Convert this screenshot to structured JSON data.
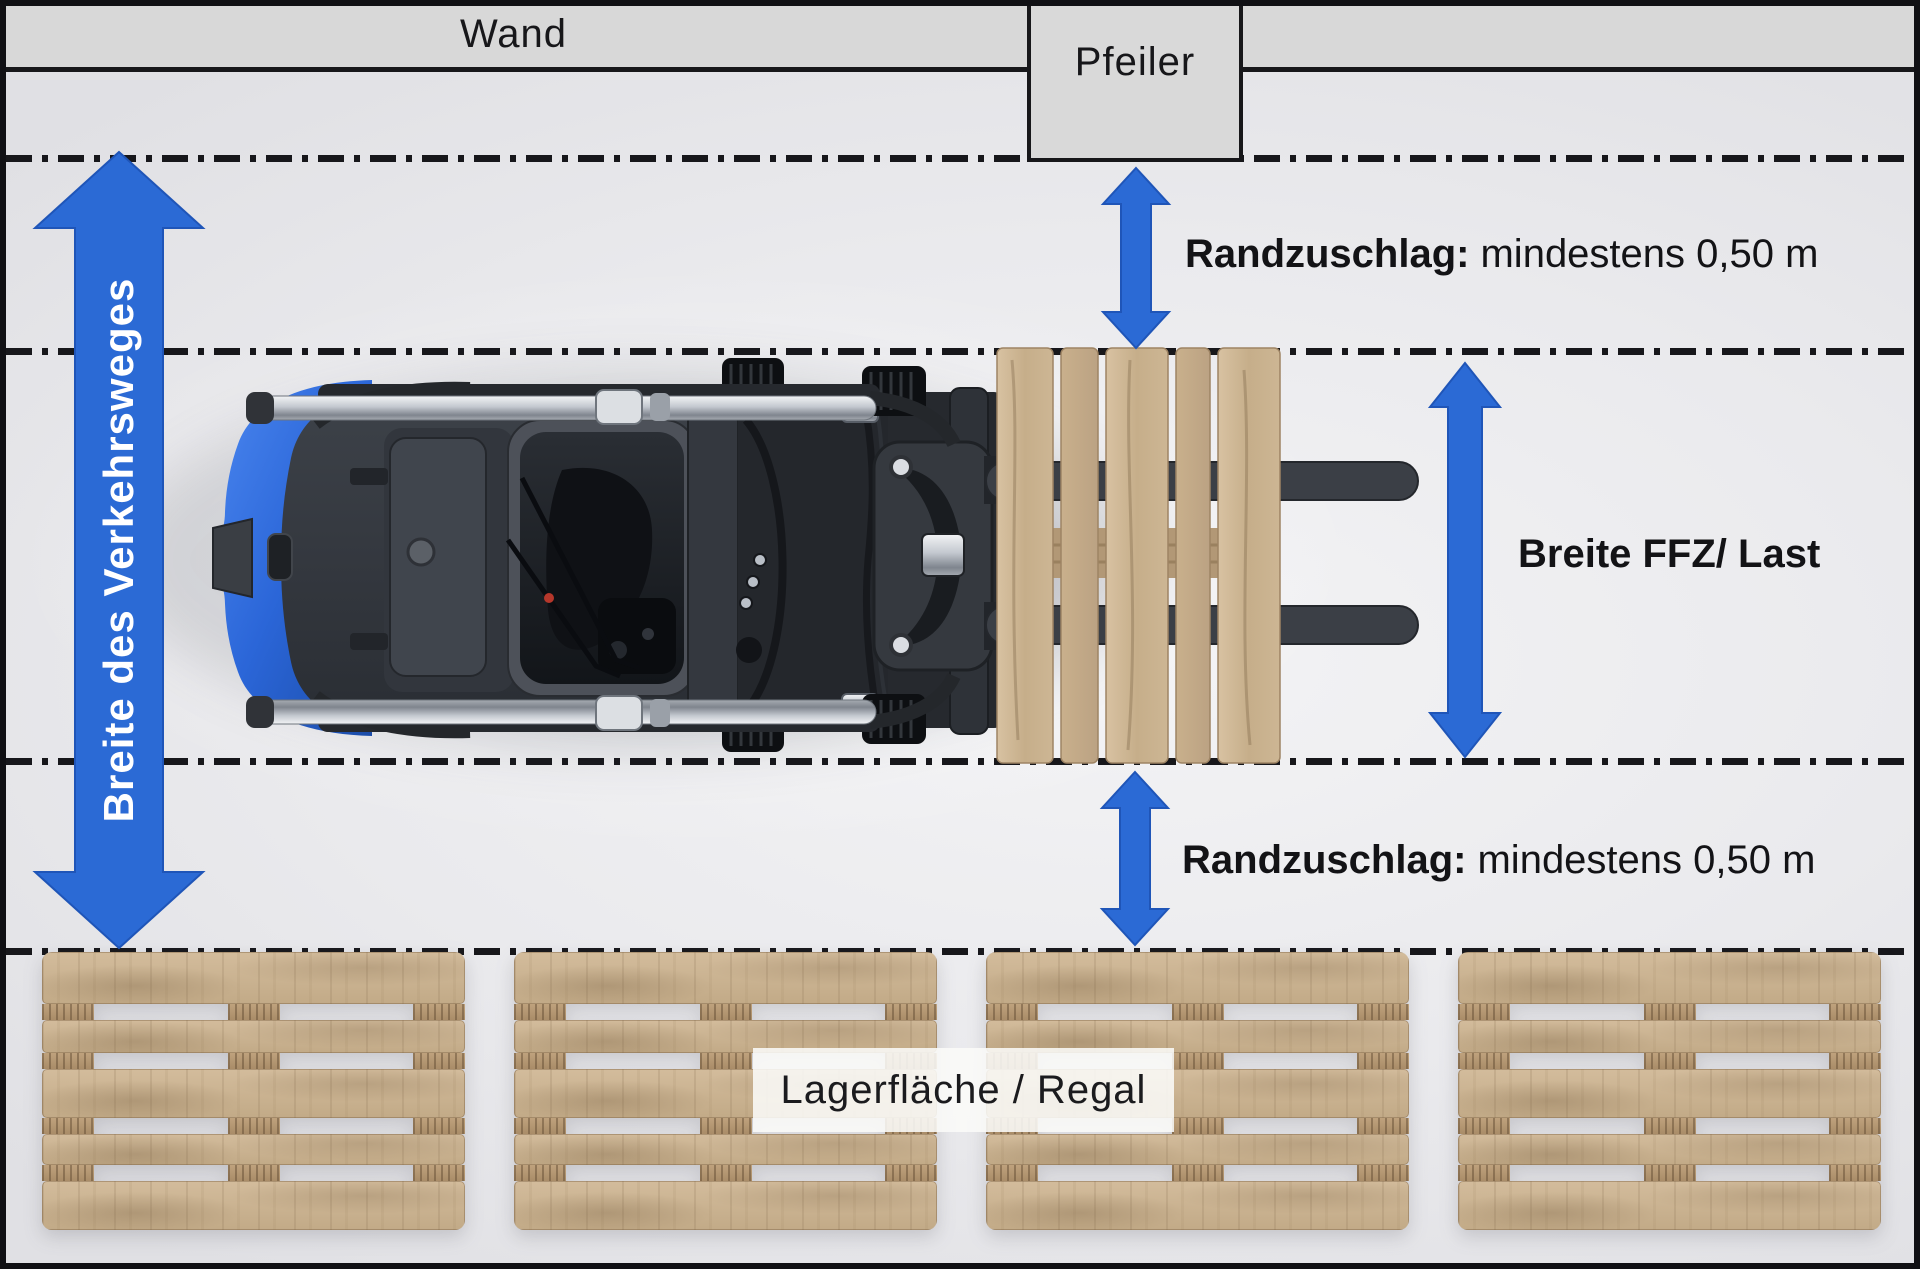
{
  "wall": {
    "label": "Wand"
  },
  "pillar": {
    "label": "Pfeiler"
  },
  "clearance_top": {
    "term": "Randzuschlag:",
    "value": "mindestens 0,50 m"
  },
  "clearance_bottom": {
    "term": "Randzuschlag:",
    "value": "mindestens 0,50 m"
  },
  "load_width": {
    "label": "Breite FFZ/ Last"
  },
  "traffic_route": {
    "label": "Breite des Verkehrsweges"
  },
  "storage": {
    "label": "Lagerfläche / Regal"
  },
  "icons": {
    "traffic_route_arrow": "vertical-double-arrow",
    "clearance_arrow_top": "vertical-double-arrow",
    "clearance_arrow_bottom": "vertical-double-arrow",
    "load_width_arrow": "vertical-double-arrow"
  },
  "colors": {
    "arrow_blue": "#2b6ad5",
    "forklift_blue": "#2c66d8",
    "wall_gray": "#d8d8d8",
    "boundary_line": "#17171b",
    "wood_light": "#d2bb9b",
    "wood_dark": "#a98c68",
    "floor": "#eaeaed"
  }
}
